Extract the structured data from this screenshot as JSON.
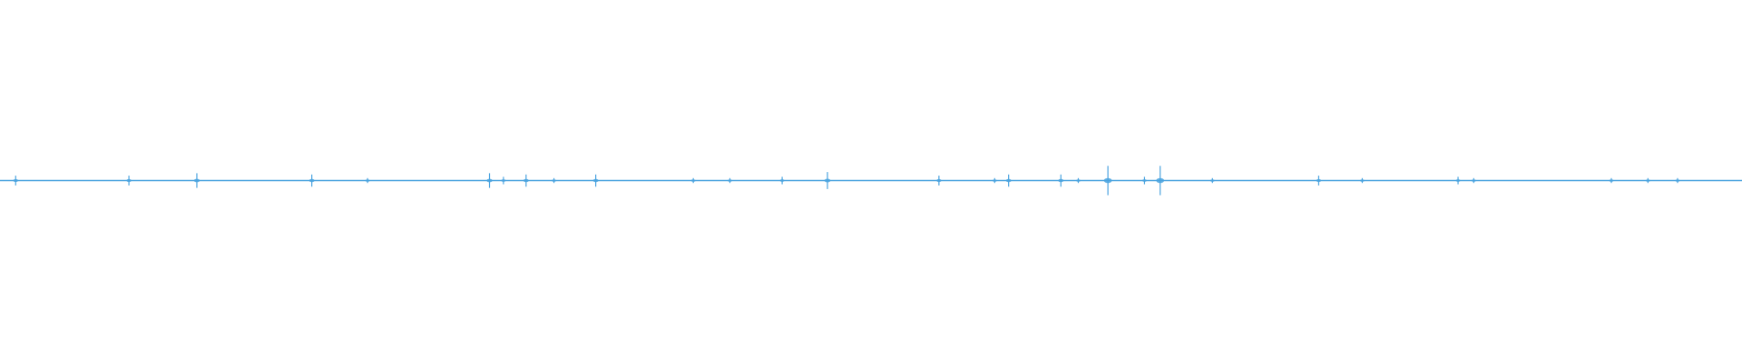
{
  "waveform": {
    "color": "#4aa3df",
    "background": "#ffffff",
    "amplitude_range": [
      -1,
      1
    ],
    "baseline_level": 0.012,
    "duration_fraction_range": [
      0,
      1
    ],
    "spikes": [
      {
        "t": 0.009,
        "amp": 0.04
      },
      {
        "t": 0.074,
        "amp": 0.04
      },
      {
        "t": 0.113,
        "amp": 0.06
      },
      {
        "t": 0.179,
        "amp": 0.05
      },
      {
        "t": 0.211,
        "amp": 0.02
      },
      {
        "t": 0.281,
        "amp": 0.06
      },
      {
        "t": 0.289,
        "amp": 0.03
      },
      {
        "t": 0.302,
        "amp": 0.05
      },
      {
        "t": 0.318,
        "amp": 0.02
      },
      {
        "t": 0.342,
        "amp": 0.05
      },
      {
        "t": 0.398,
        "amp": 0.02
      },
      {
        "t": 0.419,
        "amp": 0.02
      },
      {
        "t": 0.449,
        "amp": 0.03
      },
      {
        "t": 0.475,
        "amp": 0.07
      },
      {
        "t": 0.539,
        "amp": 0.04
      },
      {
        "t": 0.571,
        "amp": 0.02
      },
      {
        "t": 0.579,
        "amp": 0.05
      },
      {
        "t": 0.609,
        "amp": 0.05
      },
      {
        "t": 0.619,
        "amp": 0.02
      },
      {
        "t": 0.636,
        "amp": 0.12
      },
      {
        "t": 0.657,
        "amp": 0.03
      },
      {
        "t": 0.666,
        "amp": 0.12
      },
      {
        "t": 0.696,
        "amp": 0.02
      },
      {
        "t": 0.757,
        "amp": 0.04
      },
      {
        "t": 0.782,
        "amp": 0.02
      },
      {
        "t": 0.837,
        "amp": 0.03
      },
      {
        "t": 0.846,
        "amp": 0.02
      },
      {
        "t": 0.925,
        "amp": 0.02
      },
      {
        "t": 0.946,
        "amp": 0.02
      },
      {
        "t": 0.963,
        "amp": 0.02
      }
    ]
  }
}
